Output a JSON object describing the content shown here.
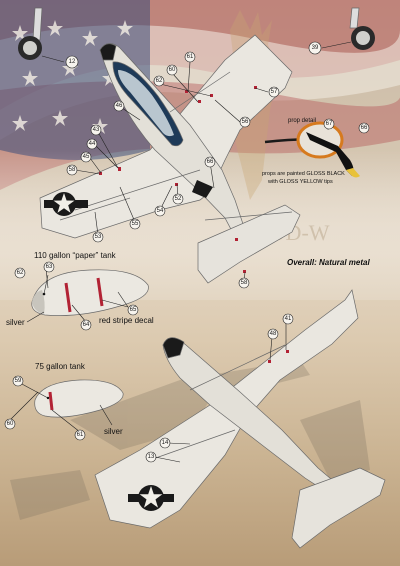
{
  "labels": {
    "tank110": "110 gallon “paper” tank",
    "tank75": "75 gallon tank",
    "silver1": "silver",
    "silver2": "silver",
    "redStripe": "red stripe decal",
    "overall": "Overall: Natural metal",
    "propDetail": "prop detail",
    "propNote1": "props are painted GLOSS BLACK",
    "propNote2": "with GLOSS YELLOW tips"
  },
  "callouts": {
    "c12": "12",
    "c39": "39",
    "c61": "61",
    "c60": "60",
    "c62a": "62",
    "c57": "57",
    "c46": "46",
    "c56": "56",
    "c43": "43",
    "c44": "44",
    "c45": "45",
    "c58a": "58",
    "c55": "55",
    "c54": "54",
    "c52": "52",
    "c53": "53",
    "c58b": "58",
    "c67": "67",
    "c66": "66",
    "c62b": "62",
    "c63": "63",
    "c64": "64",
    "c65": "65",
    "c41": "41",
    "c48": "48",
    "c59": "59",
    "c60b": "60",
    "c61b": "61",
    "c14": "14",
    "c13": "13"
  },
  "colors": {
    "metal": "#e9e6df",
    "panelLine": "#6a6a6a",
    "canopy": "#1e3a58",
    "redDecal": "#b22234",
    "flagBlue": "#3a4d7a",
    "flagRed": "#a94848"
  }
}
